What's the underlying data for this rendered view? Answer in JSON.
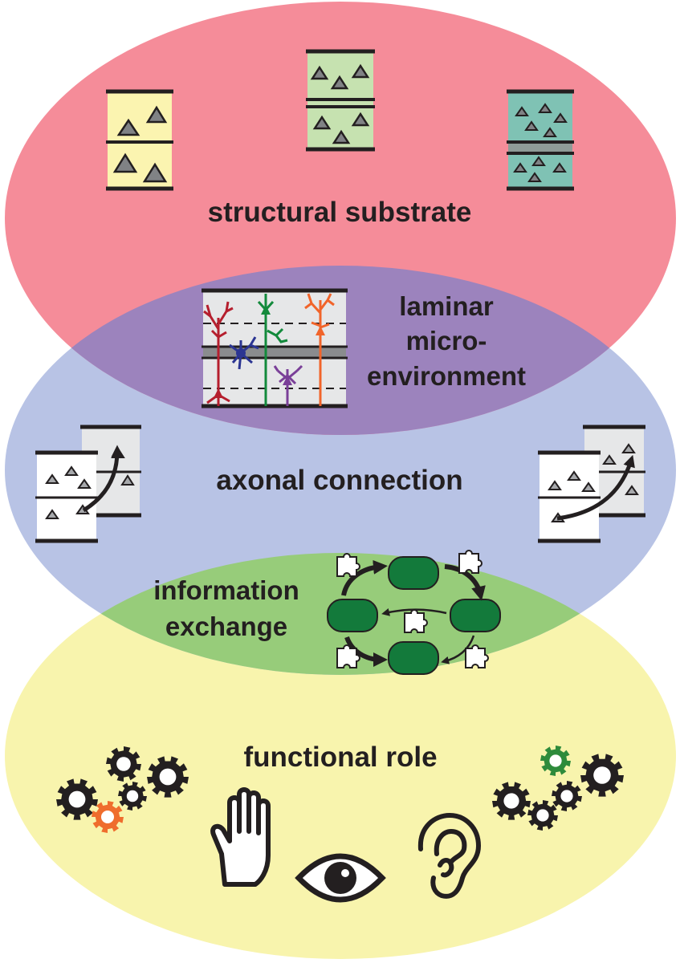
{
  "labels": {
    "structural": "structural substrate",
    "laminar_1": "laminar",
    "laminar_2": "micro-",
    "laminar_3": "environment",
    "axonal": "axonal connection",
    "info_1": "information",
    "info_2": "exchange",
    "functional": "functional role"
  },
  "colors": {
    "structural": "#f58c99",
    "laminar": "#9c83bd",
    "axonal": "#b8c3e5",
    "info": "#97cc7a",
    "functional": "#f8f4ad",
    "ink": "#231f20",
    "panel_yellow": "#fbf4b0",
    "panel_green": "#c6e2b0",
    "panel_teal": "#7fc2b4",
    "panel_gray": "#bcbec0",
    "neuron_red": "#b51f2e",
    "neuron_green": "#138a3c",
    "neuron_orange": "#f1642a",
    "neuron_blue": "#2b3592",
    "neuron_purple": "#7a3f98",
    "node_green": "#137a3b",
    "gear_orange": "#ef6d2d",
    "gear_green": "#2e8b3b"
  },
  "icons": [
    "hand-icon",
    "eye-icon",
    "ear-icon",
    "gear-icon",
    "puzzle-icon",
    "triangle-icon"
  ]
}
